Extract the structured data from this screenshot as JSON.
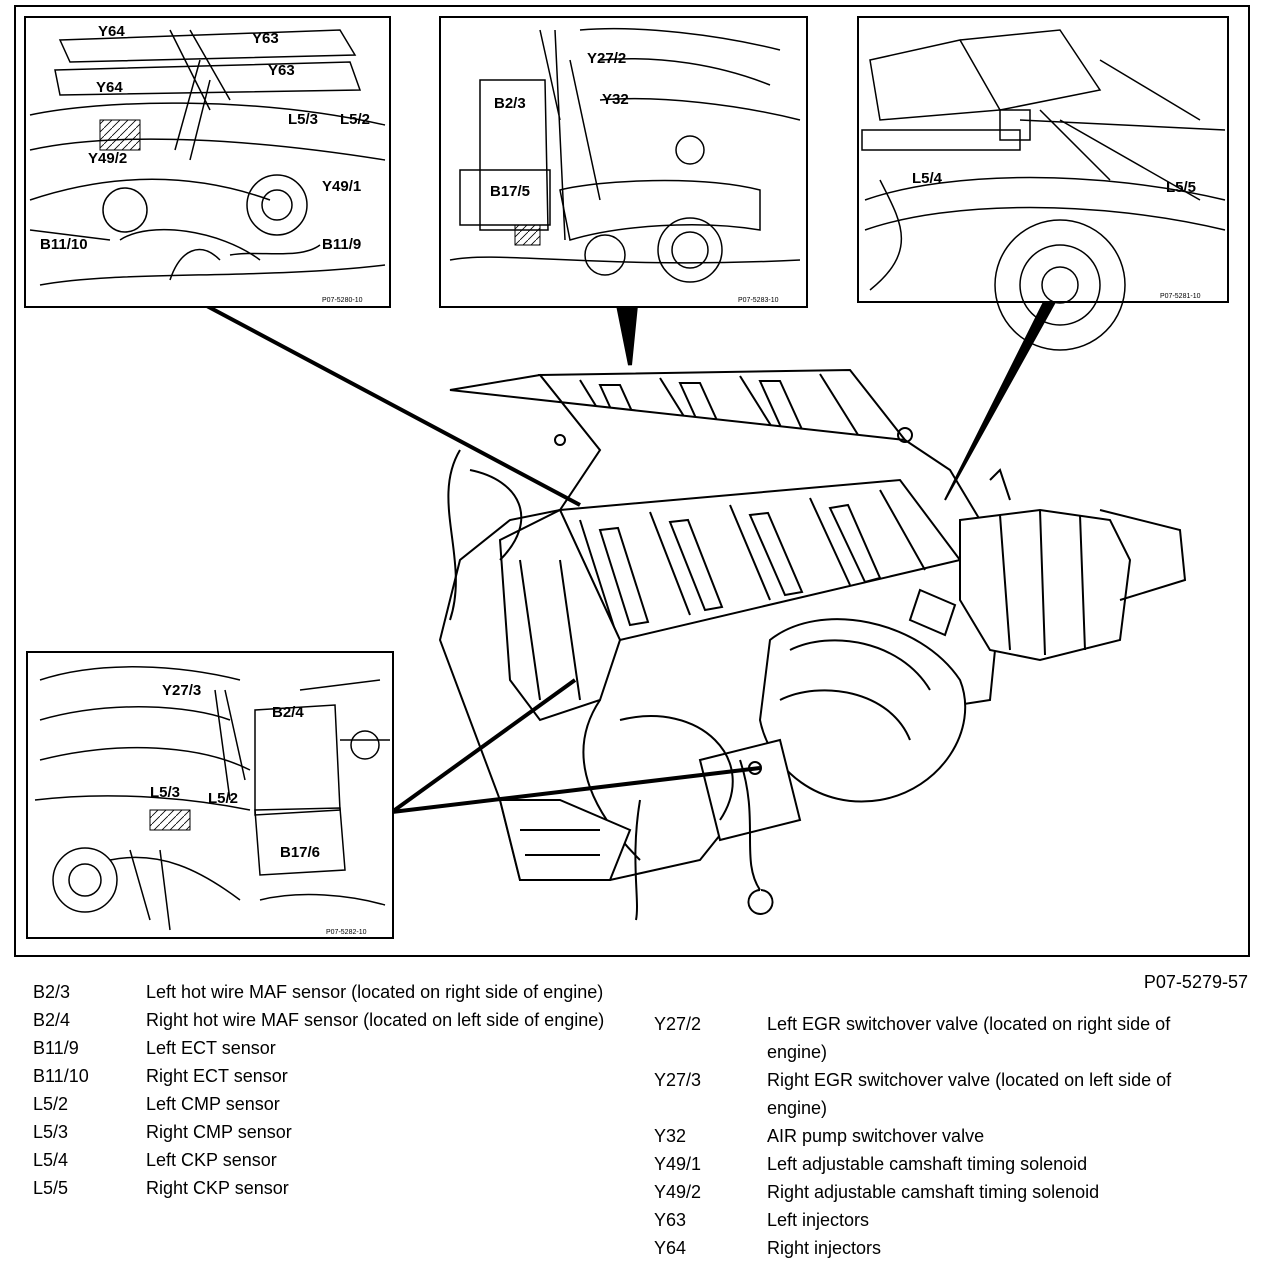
{
  "figure_ref": "P07-5279-57",
  "insets": {
    "top_left": {
      "labels": [
        "Y64",
        "Y63",
        "Y63",
        "Y64",
        "L5/3",
        "L5/2",
        "Y49/2",
        "Y49/1",
        "B11/10",
        "B11/9"
      ],
      "ref": "P07-5280-10"
    },
    "top_middle": {
      "labels": [
        "Y27/2",
        "Y32",
        "B2/3",
        "B17/5"
      ],
      "ref": "P07-5283-10"
    },
    "top_right": {
      "labels": [
        "L5/4",
        "L5/5"
      ],
      "ref": "P07-5281-10"
    },
    "bottom_left": {
      "labels": [
        "Y27/3",
        "B2/4",
        "L5/3",
        "L5/2",
        "B17/6"
      ],
      "ref": "P07-5282-10"
    }
  },
  "legend_left": [
    {
      "code": "B2/3",
      "desc": "Left hot wire MAF sensor (located on right side of engine)"
    },
    {
      "code": "B2/4",
      "desc": "Right hot wire MAF sensor (located on left side of engine)"
    },
    {
      "code": "B11/9",
      "desc": "Left ECT sensor"
    },
    {
      "code": "B11/10",
      "desc": "Right ECT sensor"
    },
    {
      "code": "L5/2",
      "desc": "Left CMP sensor"
    },
    {
      "code": "L5/3",
      "desc": "Right CMP sensor"
    },
    {
      "code": "L5/4",
      "desc": "Left CKP sensor"
    },
    {
      "code": "L5/5",
      "desc": "Right CKP sensor"
    }
  ],
  "legend_right": [
    {
      "code": "Y27/2",
      "desc": "Left EGR switchover valve (located on right side of engine)"
    },
    {
      "code": "Y27/3",
      "desc": "Right EGR switchover valve (located on left side of engine)"
    },
    {
      "code": "Y32",
      "desc": "AIR pump switchover valve"
    },
    {
      "code": "Y49/1",
      "desc": "Left adjustable camshaft timing solenoid"
    },
    {
      "code": "Y49/2",
      "desc": "Right adjustable camshaft timing solenoid"
    },
    {
      "code": "Y63",
      "desc": "Left injectors"
    },
    {
      "code": "Y64",
      "desc": "Right injectors"
    }
  ]
}
